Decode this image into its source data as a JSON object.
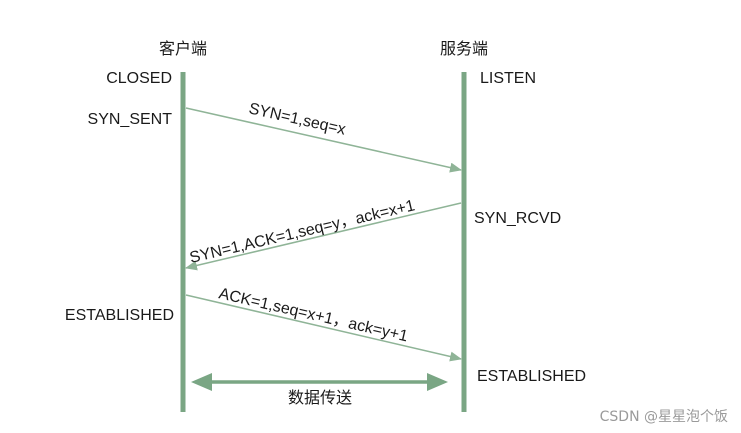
{
  "columns": {
    "client": "客户端",
    "server": "服务端"
  },
  "states": {
    "client_closed": "CLOSED",
    "client_syn_sent": "SYN_SENT",
    "client_established": "ESTABLISHED",
    "server_listen": "LISTEN",
    "server_syn_rcvd": "SYN_RCVD",
    "server_established": "ESTABLISHED"
  },
  "messages": {
    "syn": "SYN=1,seq=x",
    "syn_ack": "SYN=1,ACK=1,seq=y，ack=x+1",
    "ack": "ACK=1,seq=x+1，ack=y+1"
  },
  "data_transfer": "数据传送",
  "watermark": "CSDN @星星泡个饭",
  "colors": {
    "line": "#7aa684",
    "text": "#1a1a1a"
  }
}
